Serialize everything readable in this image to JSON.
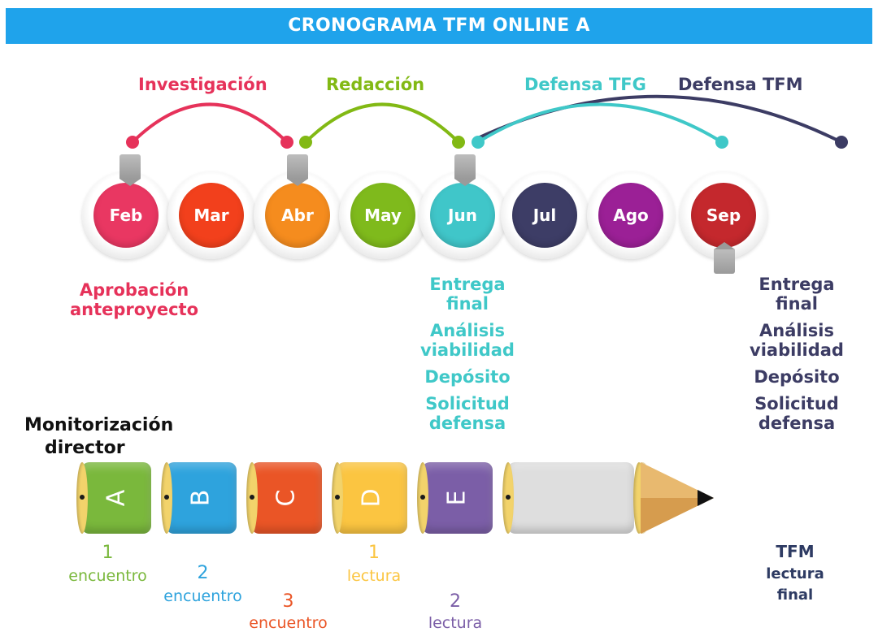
{
  "title": "CRONOGRAMA TFM ONLINE A",
  "phases": [
    {
      "label": "Investigación",
      "color": "#e6325a"
    },
    {
      "label": "Redacción",
      "color": "#82b914"
    },
    {
      "label": "Defensa TFG",
      "color": "#3fc8c8"
    },
    {
      "label": "Defensa TFM",
      "color": "#3c3c64"
    }
  ],
  "months": [
    {
      "label": "Feb",
      "color": "#e93762"
    },
    {
      "label": "Mar",
      "color": "#f2401c"
    },
    {
      "label": "Abr",
      "color": "#f58c1e"
    },
    {
      "label": "May",
      "color": "#7fba1c"
    },
    {
      "label": "Jun",
      "color": "#40c6c9"
    },
    {
      "label": "Jul",
      "color": "#3d3d66"
    },
    {
      "label": "Ago",
      "color": "#9b2096"
    },
    {
      "label": "Sep",
      "color": "#c4282d"
    }
  ],
  "feb_note": {
    "line1": "Aprobación",
    "line2": "anteproyecto",
    "color": "#e6325a"
  },
  "jun_notes": {
    "color": "#3fc8c8",
    "items": [
      "Entrega final",
      "Análisis viabilidad",
      "Depósito",
      "Solicitud defensa"
    ]
  },
  "sep_notes": {
    "color": "#3c3c64",
    "items": [
      "Entrega final",
      "Análisis viabilidad",
      "Depósito",
      "Solicitud defensa"
    ]
  },
  "monitor_label": {
    "line1": "Monitorización",
    "line2": "director"
  },
  "pencil": [
    {
      "letter": "A",
      "color": "#7ab83c",
      "num": "1",
      "text": "encuentro"
    },
    {
      "letter": "B",
      "color": "#2ea3dd",
      "num": "2",
      "text": "encuentro"
    },
    {
      "letter": "C",
      "color": "#ea5526",
      "num": "3",
      "text": "encuentro"
    },
    {
      "letter": "D",
      "color": "#fbc541",
      "num": "1",
      "text": "lectura"
    },
    {
      "letter": "E",
      "color": "#7b5ea7",
      "num": "2",
      "text": "lectura"
    }
  ],
  "final": {
    "line1": "TFM",
    "line2": "lectura",
    "line3": "final",
    "color": "#2e3b63"
  }
}
